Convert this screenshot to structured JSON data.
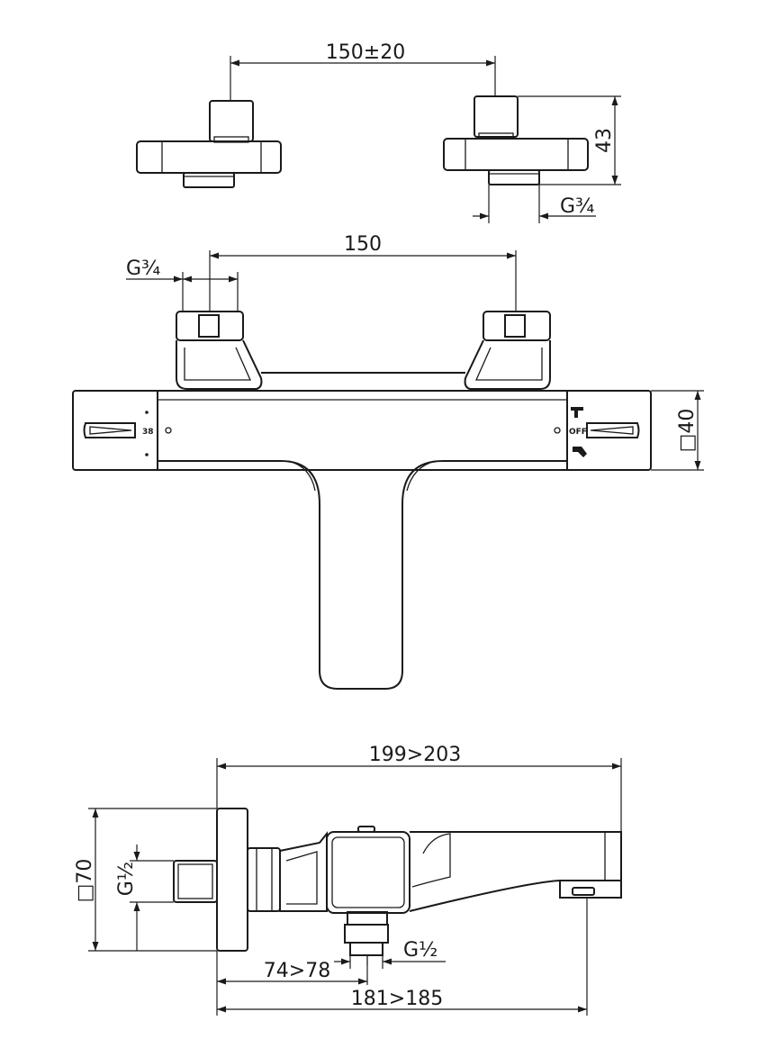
{
  "dimensions": {
    "connector_spacing": "150±20",
    "connector_height": "43",
    "connector_thread_top": "G¾",
    "inlet_spacing": "150",
    "inlet_thread": "G¾",
    "body_square": "□40",
    "overall_depth": "199>203",
    "wall_plate_square": "□70",
    "inlet_thread_side": "G½",
    "outlet_thread": "G½",
    "outlet_offset": "74>78",
    "spout_reach": "181>185"
  },
  "handle_labels": {
    "temperature_mark": "38",
    "flow_off": "OFF"
  }
}
